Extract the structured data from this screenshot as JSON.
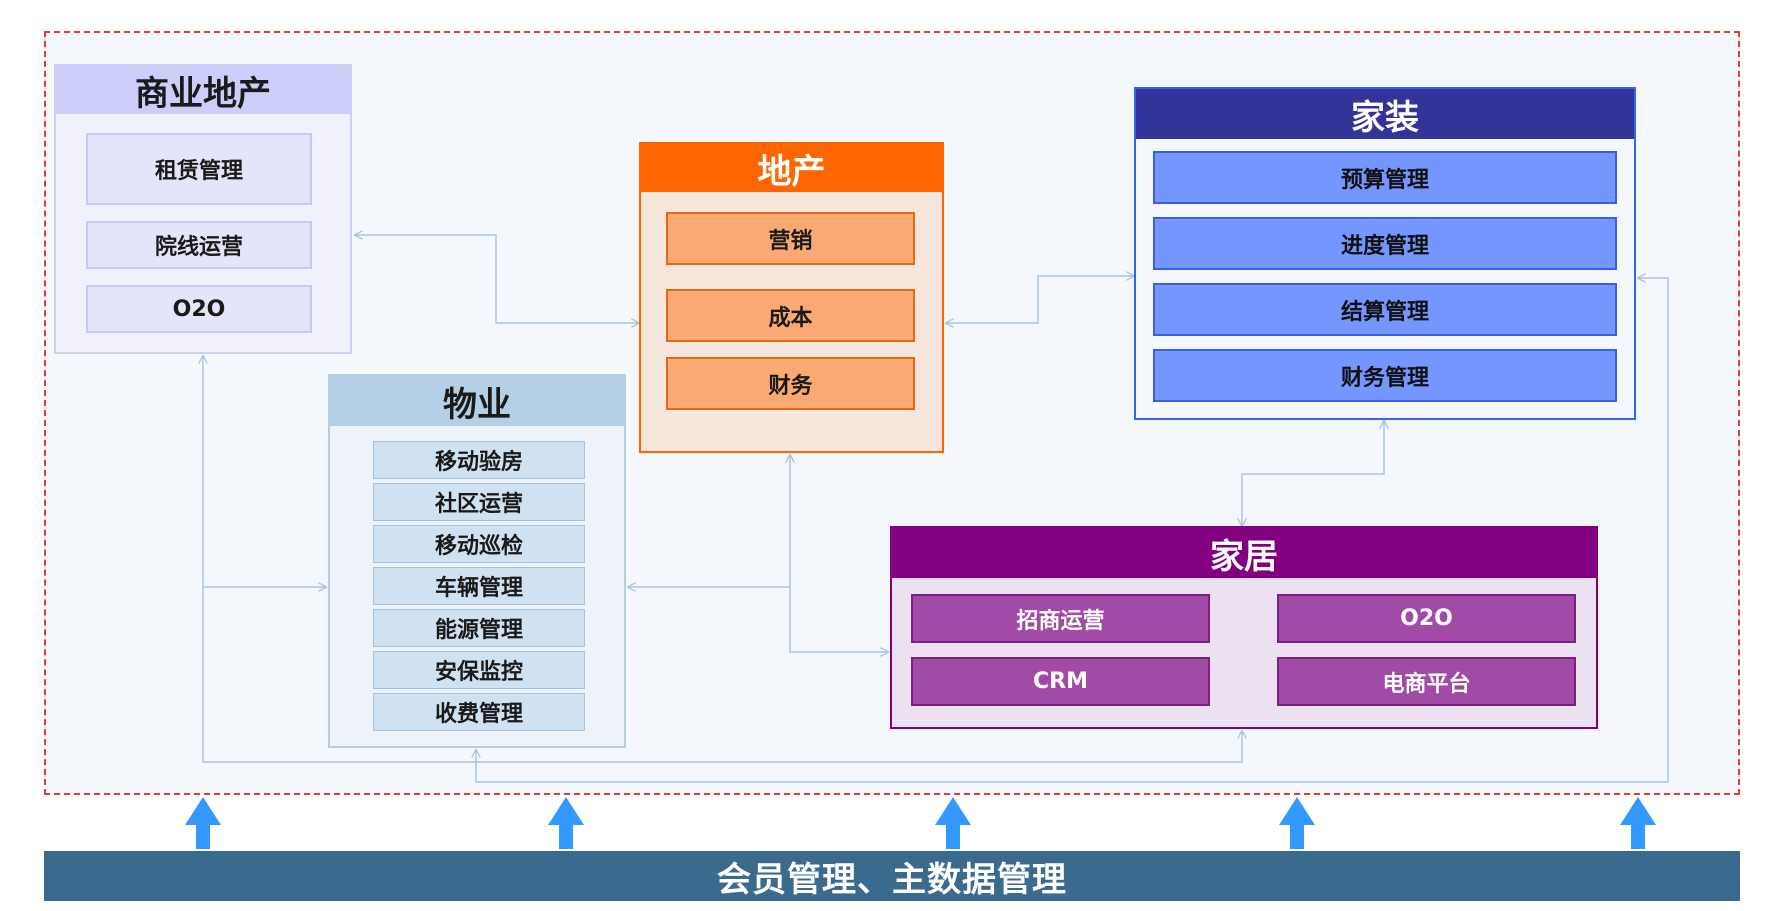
{
  "modules": {
    "commercial": {
      "title": "商业地产",
      "items": [
        "租赁管理",
        "院线运营",
        "O2O"
      ]
    },
    "property": {
      "title": "物业",
      "items": [
        "移动验房",
        "社区运营",
        "移动巡检",
        "车辆管理",
        "能源管理",
        "安保监控",
        "收费管理"
      ]
    },
    "realestate": {
      "title": "地产",
      "items": [
        "营销",
        "成本",
        "财务"
      ]
    },
    "decoration": {
      "title": "家装",
      "items": [
        "预算管理",
        "进度管理",
        "结算管理",
        "财务管理"
      ]
    },
    "home": {
      "title": "家居",
      "items": [
        "招商运营",
        "O2O",
        "CRM",
        "电商平台"
      ]
    }
  },
  "foundation": {
    "label": "会员管理、主数据管理"
  },
  "colors": {
    "frame_border": "#e53935",
    "connector": "#a9c4e0",
    "foundation_bar": "#3b6a8f",
    "foundation_arrow": "#3399ff",
    "realestate_accent": "#ff6600",
    "decoration_header": "#333399",
    "home_header": "#800080"
  }
}
